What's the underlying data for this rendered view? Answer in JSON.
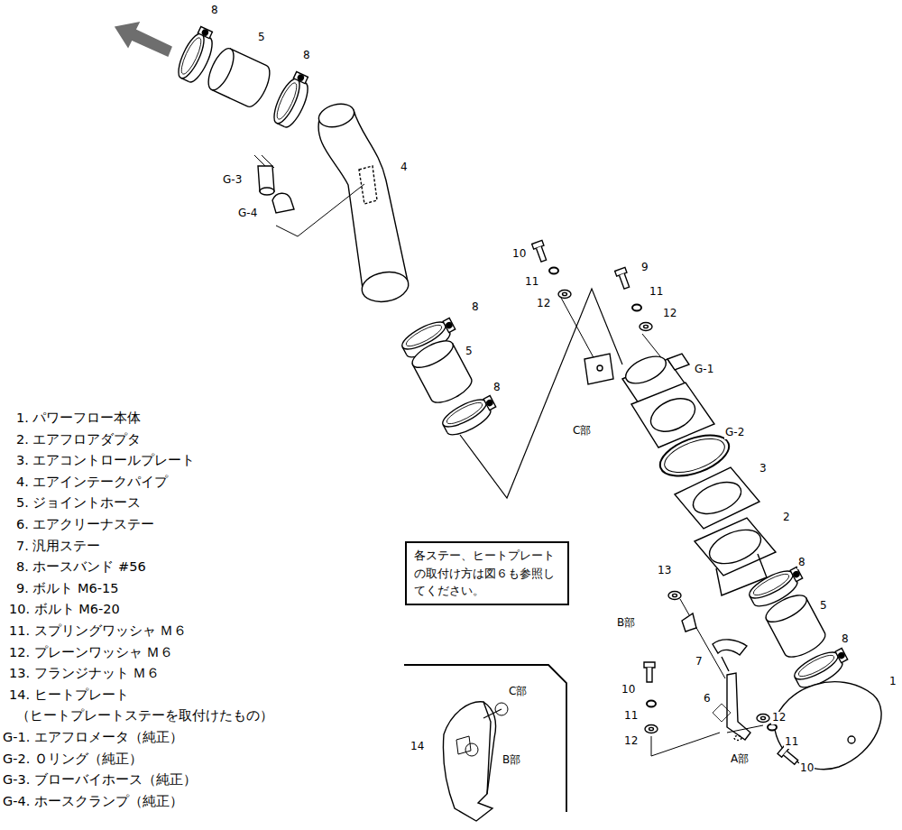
{
  "diagram": {
    "nodes": [
      {
        "text": [
          "各ステー、ヒートプレートの取付け方は図６も参照してください。"
        ]
      }
    ],
    "labels": [
      "8",
      "5",
      "8",
      "G-3",
      "G-4",
      "4",
      "8",
      "5",
      "8",
      "10",
      "9",
      "11",
      "11",
      "12",
      "12",
      "G-1",
      "C部",
      "G-2",
      "3",
      "2",
      "8",
      "13",
      "B部",
      "5",
      "7",
      "8",
      "1",
      "10",
      "6",
      "12",
      "11",
      "12",
      "11",
      "A部",
      "10",
      "C部",
      "14",
      "B部",
      "1. パワーフロー本体",
      "2. エアフロアダプタ",
      "3. エアコントロールプレート",
      "4. エアインテークパイプ",
      "5. ジョイントホース",
      "6. エアクリーナステー",
      "7. 汎用ステー",
      "8. ホースバンド #56",
      "9. ボルト M6-15",
      "10. ボルト M6-20",
      "11. スプリングワッシャ Ｍ６",
      "12. プレーンワッシャ Ｍ６",
      "13. フランジナット Ｍ６",
      "14. ヒートプレート",
      "（ヒートプレートステーを取付けたもの）",
      "G-1. エアフロメータ（純正）",
      "G-2. Ｏリング（純正）",
      "G-3. ブローバイホース（純正）",
      "G-4. ホースクランプ（純正）"
    ]
  }
}
